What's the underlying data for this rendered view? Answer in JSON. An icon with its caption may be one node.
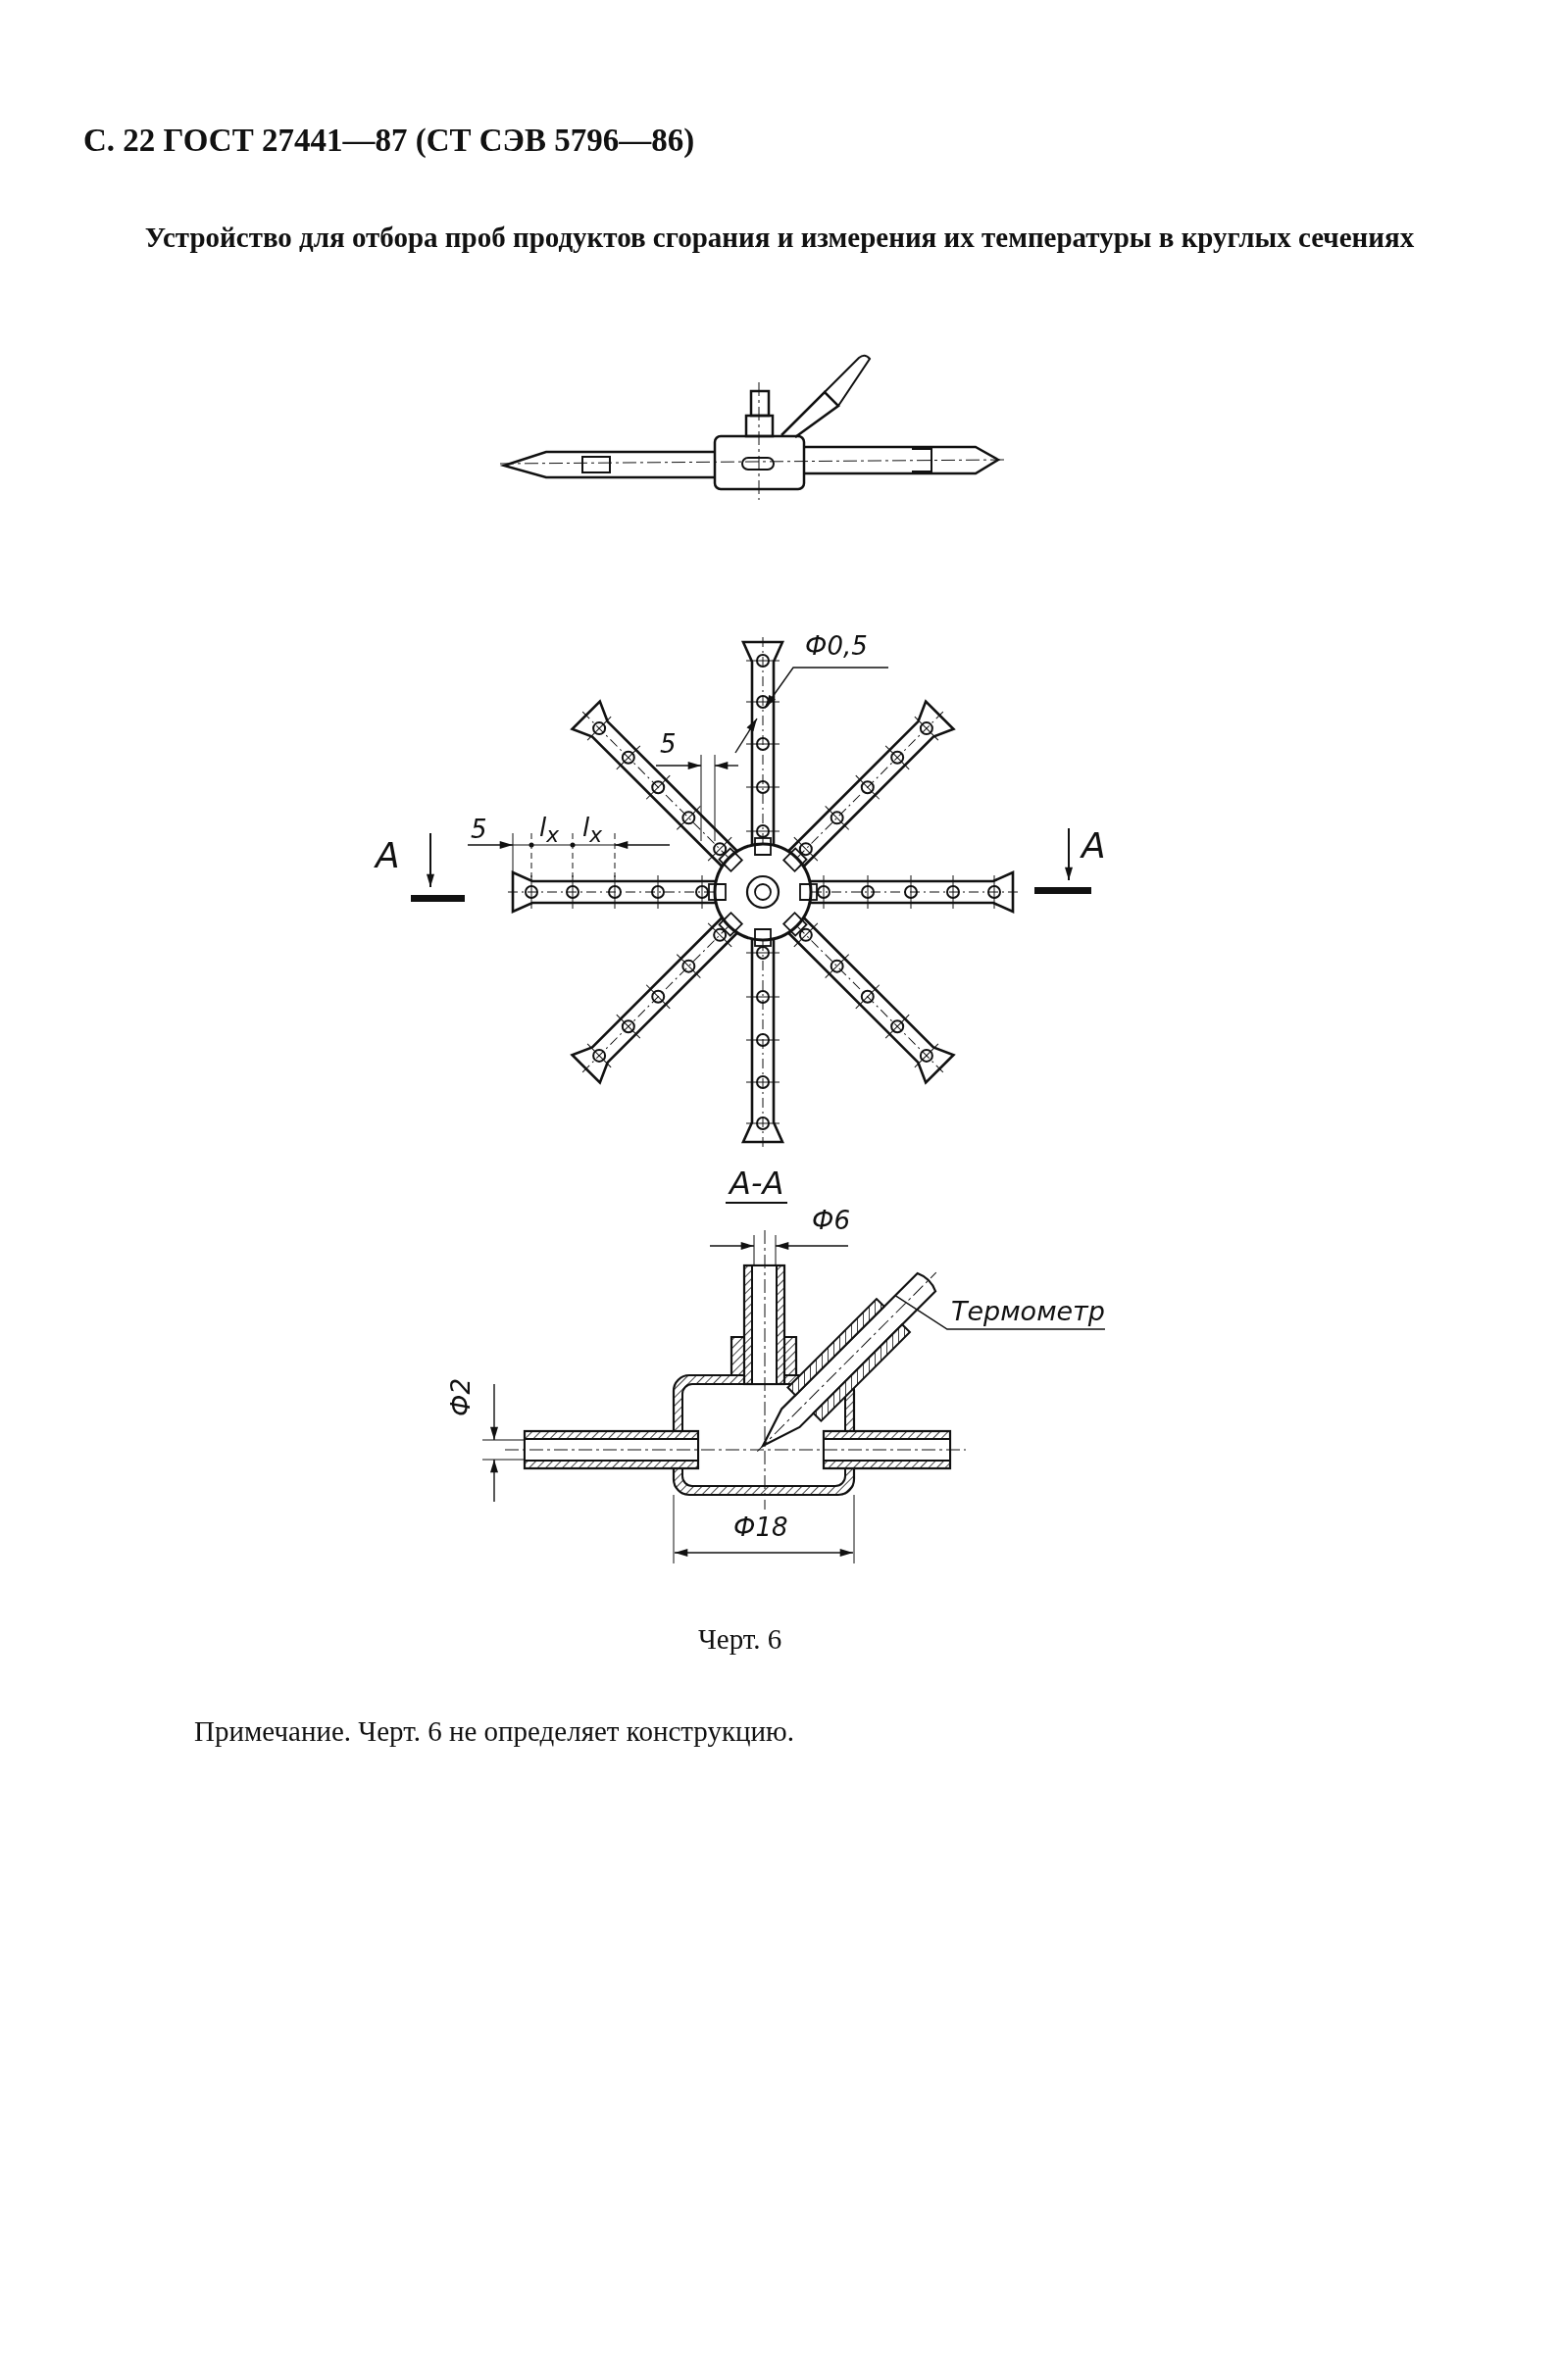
{
  "diagram": {
    "title": "Устройство для отбора проб продуктов сгорания и измерения их температуры в круглых сечениях",
    "caption": "Черт. 6",
    "nodes": [
      {
        "text": [
          "Термометр"
        ]
      },
      {
        "text": [],
        "shape": "picture"
      }
    ],
    "edges": [
      {
        "from": 0,
        "to": 1,
        "arrow": "none"
      }
    ],
    "labels": [
      "С. 22 ГОСТ 27441—87 (СТ СЭВ 5796—86)",
      "Ф0,5",
      "5",
      "5",
      "l$_{x}$",
      "l$_{x}$",
      "А",
      "А",
      "А-А",
      "Ф6",
      "Ф2",
      "Ф18",
      "Примечание. Черт. 6 не определяет конструкцию."
    ]
  }
}
